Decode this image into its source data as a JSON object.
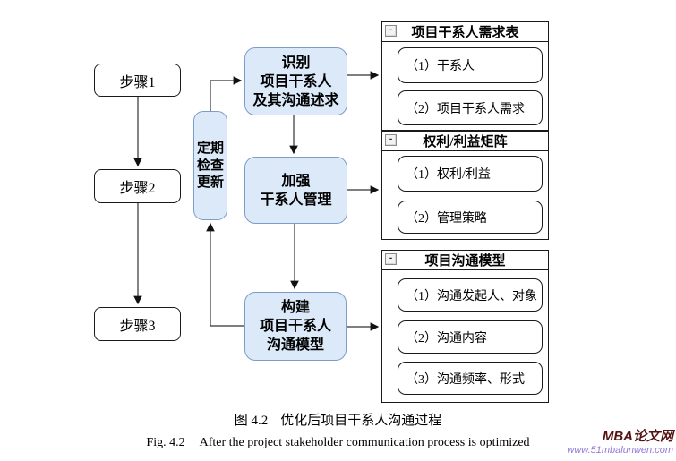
{
  "flow": {
    "steps": [
      "步骤1",
      "步骤2",
      "步骤3"
    ],
    "loop_box": {
      "line1": "定期",
      "line2": "检查",
      "line3": "更新"
    },
    "processes": [
      {
        "line1": "识别",
        "line2": "项目干系人",
        "line3": "及其沟通述求"
      },
      {
        "line1": "加强",
        "line2": "干系人管理"
      },
      {
        "line1": "构建",
        "line2": "项目干系人",
        "line3": "沟通模型"
      }
    ]
  },
  "panels": [
    {
      "title": "项目干系人需求表",
      "items": [
        "（1）干系人",
        "（2）项目干系人需求"
      ]
    },
    {
      "title": "权利/利益矩阵",
      "items": [
        "（1）权利/利益",
        "（2）管理策略"
      ]
    },
    {
      "title": "项目沟通模型",
      "items": [
        "（1）沟通发起人、对象",
        "（2）沟通内容",
        "（3）沟通频率、形式"
      ]
    }
  ],
  "icons": {
    "collapse": "-"
  },
  "caption": {
    "zh_label": "图 4.2",
    "zh_text": "优化后项目干系人沟通过程",
    "en_label": "Fig. 4.2",
    "en_text": "After the project stakeholder communication process is optimized"
  },
  "watermark": {
    "site": "MBA论文网",
    "url": "www.51mbalunwen.com"
  },
  "colors": {
    "process_fill": "#dbe9f8",
    "process_border": "#7d9dc9",
    "arrow": "#333333",
    "watermark_site": "#551414",
    "watermark_url": "#8f7bd8"
  }
}
